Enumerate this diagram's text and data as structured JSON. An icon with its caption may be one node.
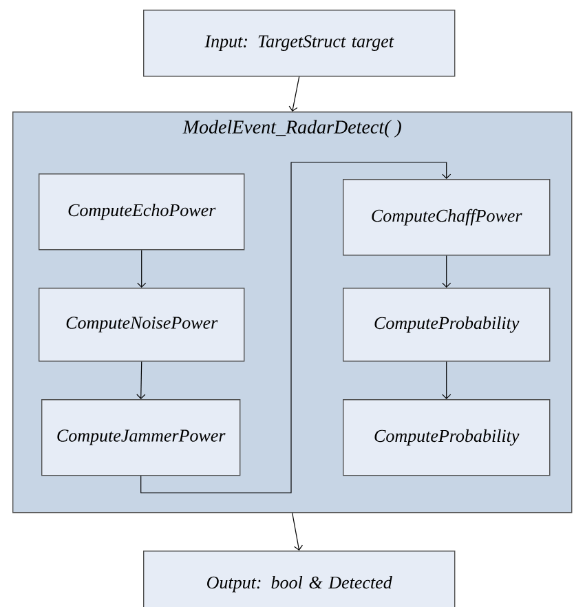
{
  "diagram": {
    "nodes": [
      {
        "text": [
          "Input: TargetStruct target"
        ]
      },
      {
        "text": [
          "ModelEvent_RadarDetect( )"
        ]
      },
      {
        "text": [
          "ComputeEchoPower"
        ],
        "in": 1
      },
      {
        "text": [
          "ComputeNoisePower"
        ],
        "in": 1
      },
      {
        "text": [
          "ComputeJammerPower"
        ],
        "in": 1
      },
      {
        "text": [
          "ComputeChaffPower"
        ],
        "in": 1
      },
      {
        "text": [
          "ComputeProbability"
        ],
        "in": 1
      },
      {
        "text": [
          "ComputeProbability"
        ],
        "in": 1
      },
      {
        "text": [
          "Output: bool & Detected"
        ]
      }
    ],
    "edges": [
      {
        "from": 0,
        "to": 1,
        "arrow": "to"
      },
      {
        "from": 2,
        "to": 3,
        "arrow": "to"
      },
      {
        "from": 3,
        "to": 4,
        "arrow": "to"
      },
      {
        "from": 4,
        "to": 5,
        "arrow": "to"
      },
      {
        "from": 5,
        "to": 6,
        "arrow": "to"
      },
      {
        "from": 6,
        "to": 7,
        "arrow": "to"
      },
      {
        "from": 1,
        "to": 8,
        "arrow": "to"
      }
    ]
  }
}
